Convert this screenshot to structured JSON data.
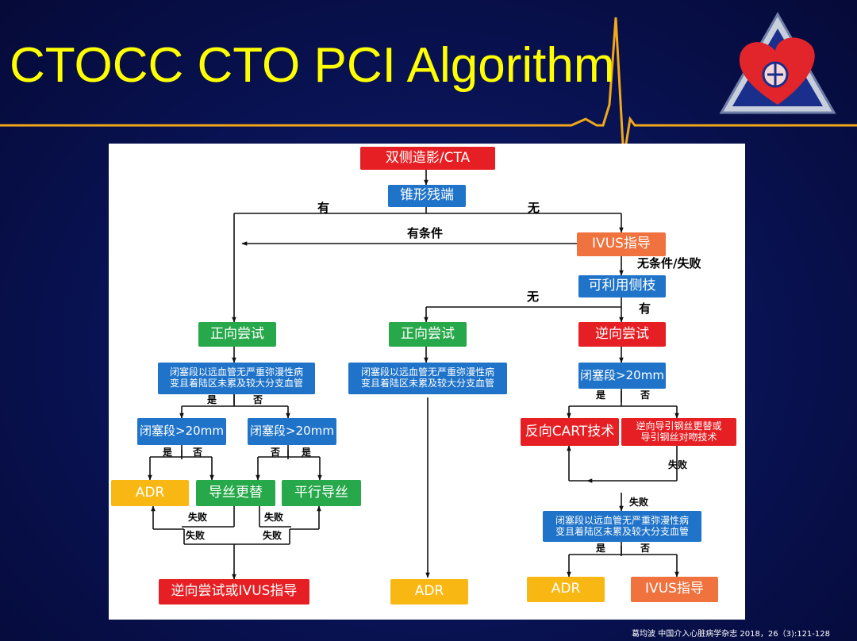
{
  "slide": {
    "title": "CTOCC CTO PCI Algorithm",
    "citation": "葛均波 中国介入心脏病学杂志 2018，26（3):121-128"
  },
  "colors": {
    "background": "#0a1458",
    "title": "#ffff00",
    "ecg_line": "#f2a818",
    "red": "#e51f23",
    "blue": "#1f73c9",
    "green": "#27a84a",
    "orange": "#f0723e",
    "yellow": "#f8b712"
  },
  "icons": {
    "logo": "heart-logo-icon",
    "ecg": "ecg-wave-icon"
  },
  "flowchart": {
    "n_start": "双侧造影/CTA",
    "n_stump": "锥形残端",
    "e_stump_yes": "有",
    "e_stump_no": "无",
    "e_conditional": "有条件",
    "n_ivus_guide_top": "IVUS指导",
    "e_no_condition_fail": "无条件/失败",
    "n_side_branch": "可利用侧枝",
    "e_branch_no": "无",
    "e_branch_yes": "有",
    "n_antegrade_left": "正向尝试",
    "n_antegrade_mid": "正向尝试",
    "n_retrograde": "逆向尝试",
    "n_criteria_left_1": "闭塞段以远血管无严重弥漫性病",
    "n_criteria_left_2": "变且着陆区未累及较大分支血管",
    "n_criteria_mid_1": "闭塞段以远血管无严重弥漫性病",
    "n_criteria_mid_2": "变且着陆区未累及较大分支血管",
    "n_length_right": "闭塞段>20mm",
    "e_left_yes": "是",
    "e_left_no": "否",
    "e_right_yes": "是",
    "e_right_no": "否",
    "n_length_left_a": "闭塞段>20mm",
    "n_length_left_b": "闭塞段>20mm",
    "e_la_yes": "是",
    "e_la_no": "否",
    "e_lb_no": "否",
    "e_lb_yes": "是",
    "n_reverse_cart": "反向CART技术",
    "n_wire_swap_1": "逆向导引钢丝更替或",
    "n_wire_swap_2": "导引钢丝对吻技术",
    "e_fail_right_1": "失败",
    "e_fail_right_2": "失败",
    "n_adr_left": "ADR",
    "n_wire_change": "导丝更替",
    "n_parallel_wire": "平行导丝",
    "e_fail_1": "失败",
    "e_fail_2": "失败",
    "e_fail_3": "失败",
    "e_fail_4": "失败",
    "n_criteria_right_1": "闭塞段以远血管无严重弥漫性病",
    "n_criteria_right_2": "变且着陆区未累及较大分支血管",
    "e_rb_yes": "是",
    "e_rb_no": "否",
    "n_retro_or_ivus": "逆向尝试或IVUS指导",
    "n_adr_mid": "ADR",
    "n_adr_right": "ADR",
    "n_ivus_guide_bottom": "IVUS指导"
  }
}
